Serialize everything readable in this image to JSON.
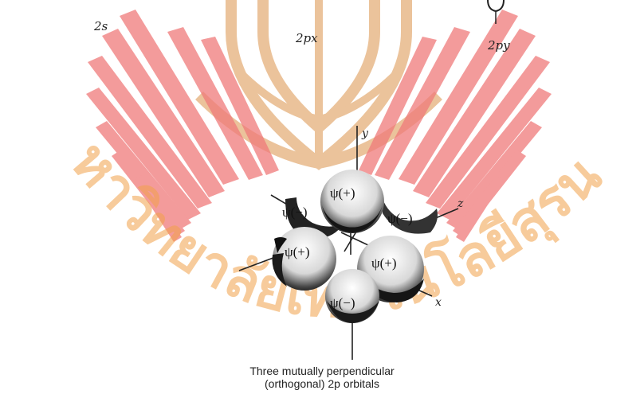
{
  "labels": {
    "orbital_2s": "2s",
    "orbital_2px": "2px",
    "orbital_2py": "2py"
  },
  "axes": {
    "y": "y",
    "z": "z",
    "x": "x"
  },
  "lobes": {
    "top": "ψ(+)",
    "back_left": "ψ(−)",
    "right": "ψ(−)",
    "front_left": "ψ(+)",
    "front_right": "ψ(+)",
    "bottom": "ψ(−)"
  },
  "caption": {
    "line1": "Three mutually perpendicular",
    "line2": "(orthogonal) 2p orbitals"
  },
  "watermark": {
    "text": "มหาวิทยาลัยเทคโนโลยีสุรนารี",
    "color": "#f2a24a",
    "crest_color": "#e8b98a",
    "stripe_color": "#f07a7a"
  }
}
